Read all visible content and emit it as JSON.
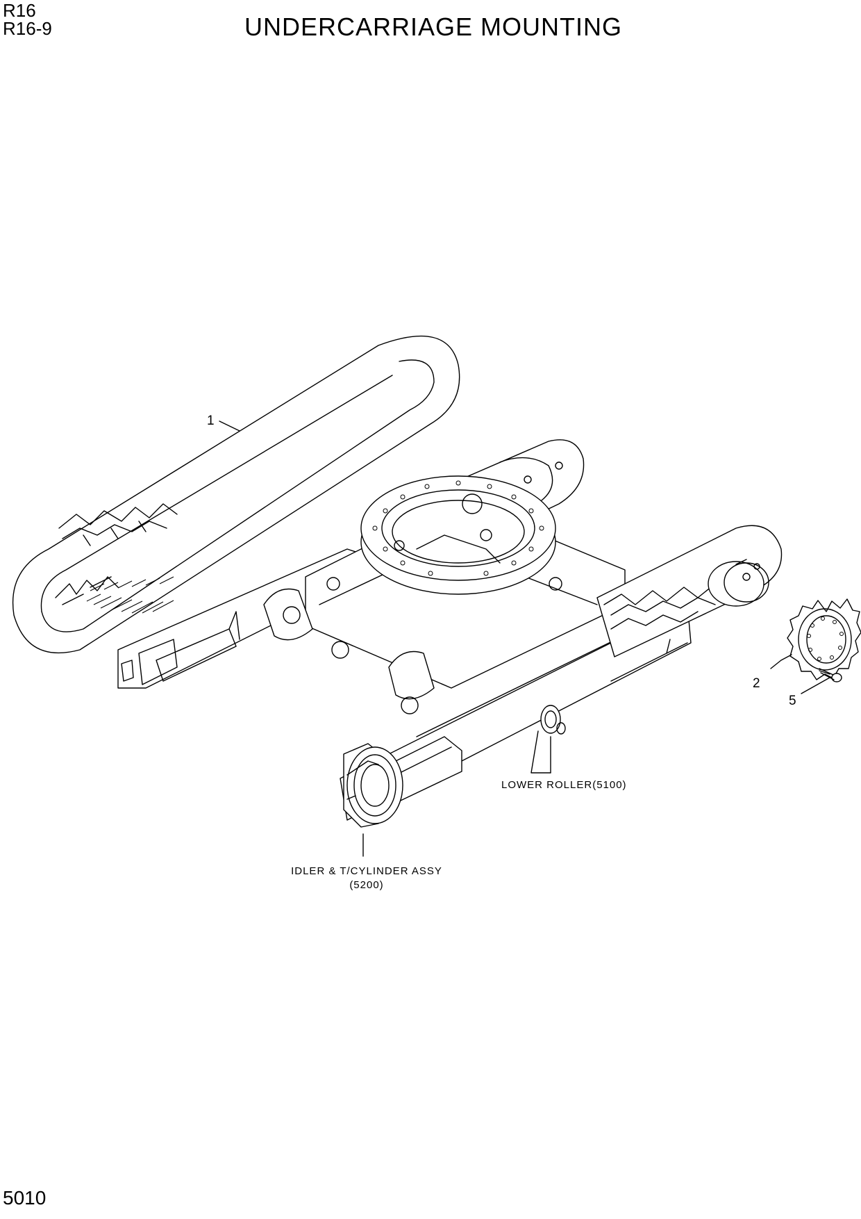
{
  "header": {
    "model_primary": "R16",
    "model_secondary": "R16-9",
    "title": "UNDERCARRIAGE MOUNTING"
  },
  "footer": {
    "page_number": "5010"
  },
  "callouts": [
    {
      "id": "1",
      "label": "1"
    },
    {
      "id": "2",
      "label": "2"
    },
    {
      "id": "5",
      "label": "5"
    }
  ],
  "references": {
    "lower_roller": "LOWER ROLLER(5100)",
    "idler_line1": "IDLER & T/CYLINDER ASSY",
    "idler_line2": "(5200)"
  }
}
